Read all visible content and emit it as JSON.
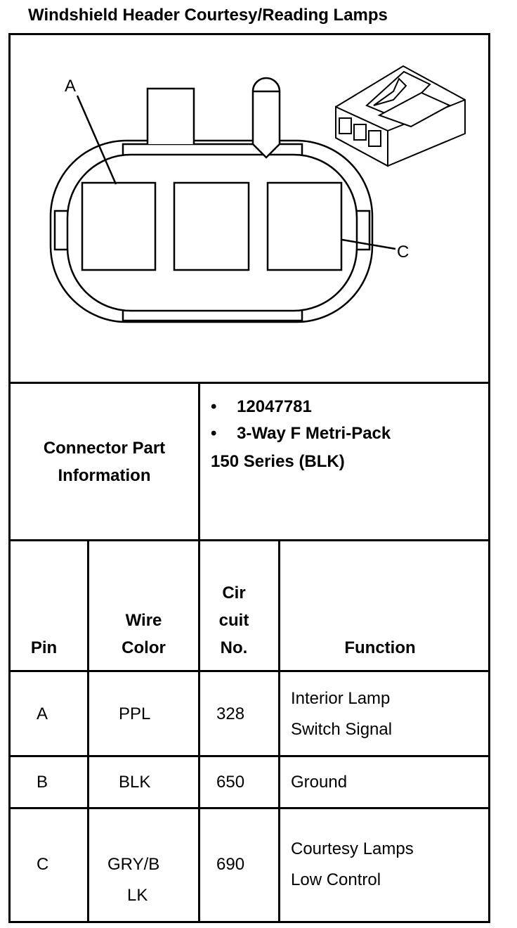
{
  "title": "Windshield Header Courtesy/Reading Lamps",
  "diagram": {
    "pin_labels": [
      "A",
      "C"
    ]
  },
  "connector_info": {
    "label_line1": "Connector Part",
    "label_line2": "Information",
    "bullets": [
      "12047781",
      "3-Way F Metri-Pack"
    ],
    "continuation": "150 Series (BLK)"
  },
  "table": {
    "headers": {
      "pin": "Pin",
      "wire_color_1": "Wire",
      "wire_color_2": "Color",
      "circuit_1": "Cir",
      "circuit_2": "cuit",
      "circuit_3": "No.",
      "function": "Function"
    },
    "rows": [
      {
        "pin": "A",
        "color": "PPL",
        "circuit": "328",
        "function_1": "Interior Lamp",
        "function_2": "Switch Signal"
      },
      {
        "pin": "B",
        "color": "BLK",
        "circuit": "650",
        "function_1": "Ground",
        "function_2": ""
      },
      {
        "pin": "C",
        "color_1": "GRY/B",
        "color_2": "LK",
        "circuit": "690",
        "function_1": "Courtesy Lamps",
        "function_2": "Low Control"
      }
    ]
  }
}
